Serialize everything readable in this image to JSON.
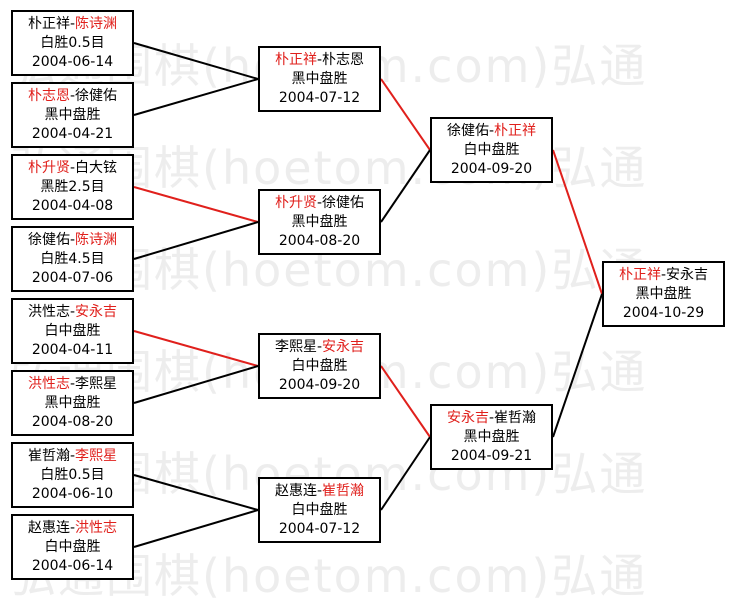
{
  "watermark": "弘通围棋(hoetom.com)弘通",
  "colors": {
    "winner": "#e0201c",
    "loser": "#000000",
    "win_line": "#e0201c",
    "lose_line": "#000000"
  },
  "matches": [
    {
      "p1": "朴正祥",
      "p2": "陈诗渊",
      "winner": 2,
      "result": "白胜0.5目",
      "date": "2004-06-14"
    },
    {
      "p1": "朴志恩",
      "p2": "徐健佑",
      "winner": 1,
      "result": "黑中盘胜",
      "date": "2004-04-21"
    },
    {
      "p1": "朴升贤",
      "p2": "白大铉",
      "winner": 1,
      "result": "黑胜2.5目",
      "date": "2004-04-08"
    },
    {
      "p1": "徐健佑",
      "p2": "陈诗渊",
      "winner": 2,
      "result": "白胜4.5目",
      "date": "2004-07-06"
    },
    {
      "p1": "洪性志",
      "p2": "安永吉",
      "winner": 2,
      "result": "白中盘胜",
      "date": "2004-04-11"
    },
    {
      "p1": "洪性志",
      "p2": "李熙星",
      "winner": 1,
      "result": "黑中盘胜",
      "date": "2004-08-20"
    },
    {
      "p1": "崔哲瀚",
      "p2": "李熙星",
      "winner": 2,
      "result": "白胜0.5目",
      "date": "2004-06-10"
    },
    {
      "p1": "赵惠连",
      "p2": "洪性志",
      "winner": 2,
      "result": "白中盘胜",
      "date": "2004-06-14"
    },
    {
      "p1": "朴正祥",
      "p2": "朴志恩",
      "winner": 1,
      "result": "黑中盘胜",
      "date": "2004-07-12"
    },
    {
      "p1": "朴升贤",
      "p2": "徐健佑",
      "winner": 1,
      "result": "黑中盘胜",
      "date": "2004-08-20"
    },
    {
      "p1": "李熙星",
      "p2": "安永吉",
      "winner": 2,
      "result": "白中盘胜",
      "date": "2004-09-20"
    },
    {
      "p1": "赵惠连",
      "p2": "崔哲瀚",
      "winner": 2,
      "result": "白中盘胜",
      "date": "2004-07-12"
    },
    {
      "p1": "徐健佑",
      "p2": "朴正祥",
      "winner": 2,
      "result": "白中盘胜",
      "date": "2004-09-20"
    },
    {
      "p1": "安永吉",
      "p2": "崔哲瀚",
      "winner": 1,
      "result": "黑中盘胜",
      "date": "2004-09-21"
    },
    {
      "p1": "朴正祥",
      "p2": "安永吉",
      "winner": 1,
      "result": "黑中盘胜",
      "date": "2004-10-29"
    }
  ]
}
